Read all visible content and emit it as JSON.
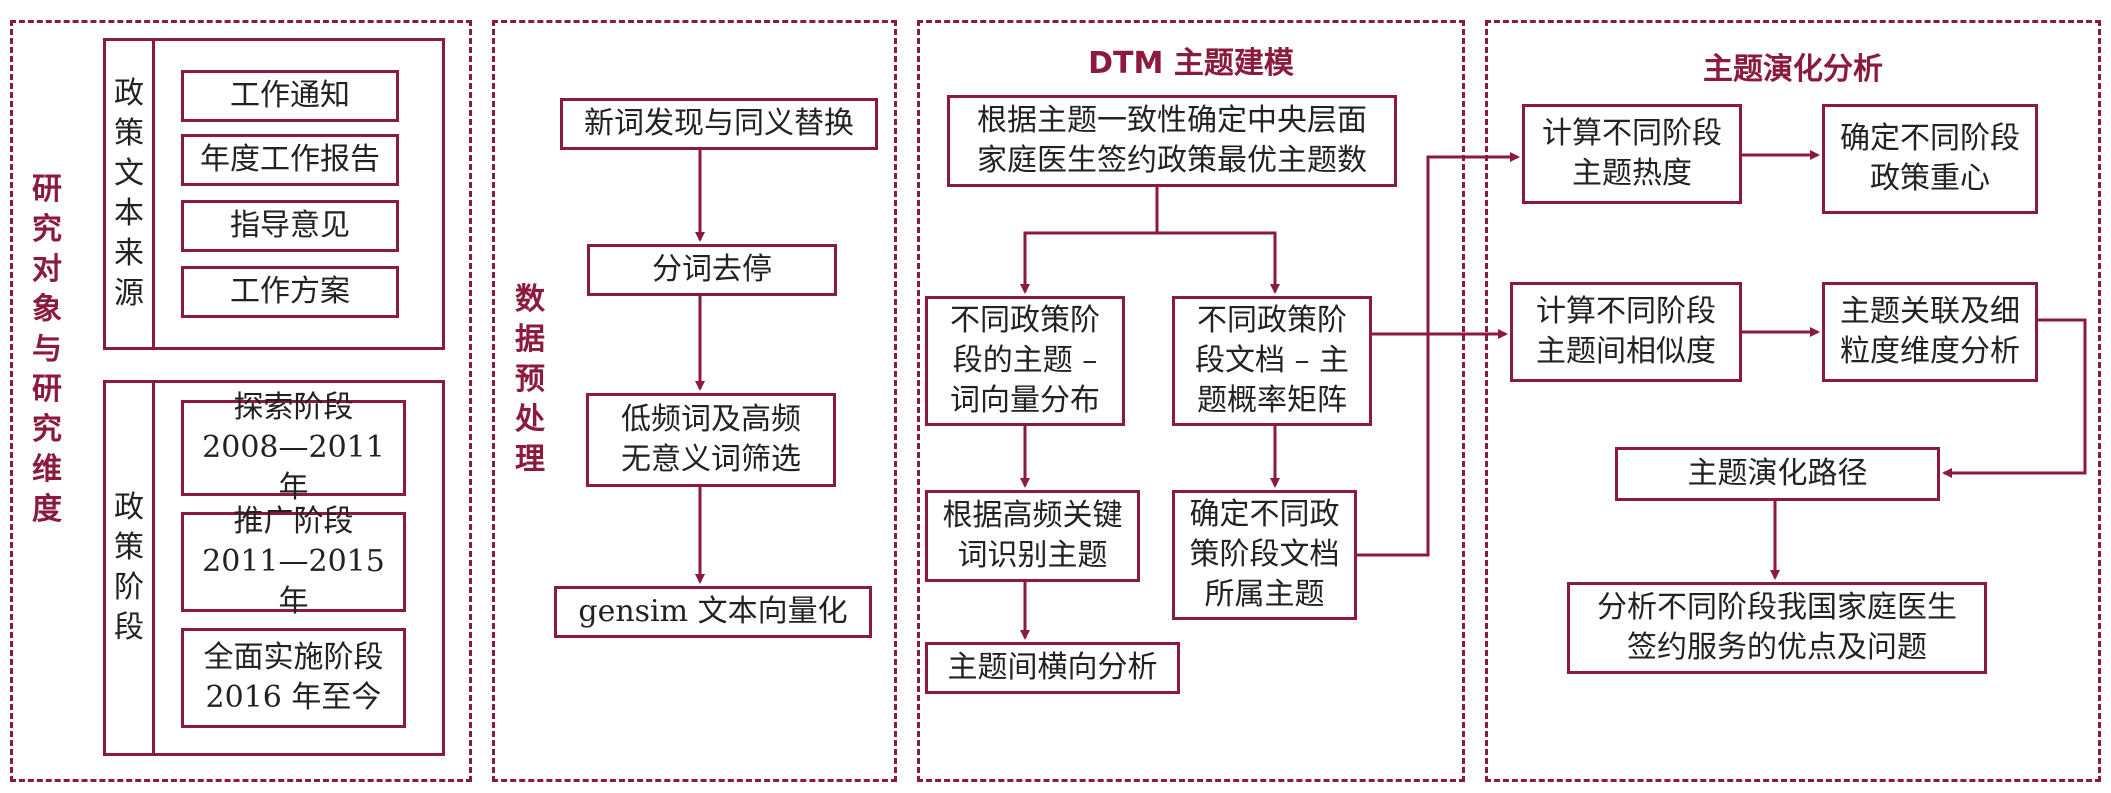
{
  "colors": {
    "accent": "#8b1a3c"
  },
  "panel1": {
    "vertical_title": "研究对象与研究维度",
    "group1": {
      "label": "政策文本来源",
      "items": [
        "工作通知",
        "年度工作报告",
        "指导意见",
        "工作方案"
      ]
    },
    "group2": {
      "label": "政策阶段",
      "items": [
        "探索阶段\n2008—2011 年",
        "推广阶段\n2011—2015 年",
        "全面实施阶段\n2016 年至今"
      ]
    }
  },
  "panel2": {
    "vertical_title": "数据预处理",
    "steps": [
      "新词发现与同义替换",
      "分词去停",
      "低频词及高频\n无意义词筛选",
      "gensim 文本向量化"
    ]
  },
  "panel3": {
    "title": "DTM 主题建模",
    "top": "根据主题一致性确定中央层面\n家庭医生签约政策最优主题数",
    "left1": "不同政策阶\n段的主题 –\n词向量分布",
    "left2": "根据高频关键\n词识别主题",
    "left3": "主题间横向分析",
    "right1": "不同政策阶\n段文档 – 主\n题概率矩阵",
    "right2": "确定不同政\n策阶段文档\n所属主题"
  },
  "panel4": {
    "title": "主题演化分析",
    "heat": "计算不同阶段\n主题热度",
    "focus": "确定不同阶段\n政策重心",
    "similarity": "计算不同阶段\n主题间相似度",
    "association": "主题关联及细\n粒度维度分析",
    "path": "主题演化路径",
    "conclusion": "分析不同阶段我国家庭医生\n签约服务的优点及问题"
  }
}
